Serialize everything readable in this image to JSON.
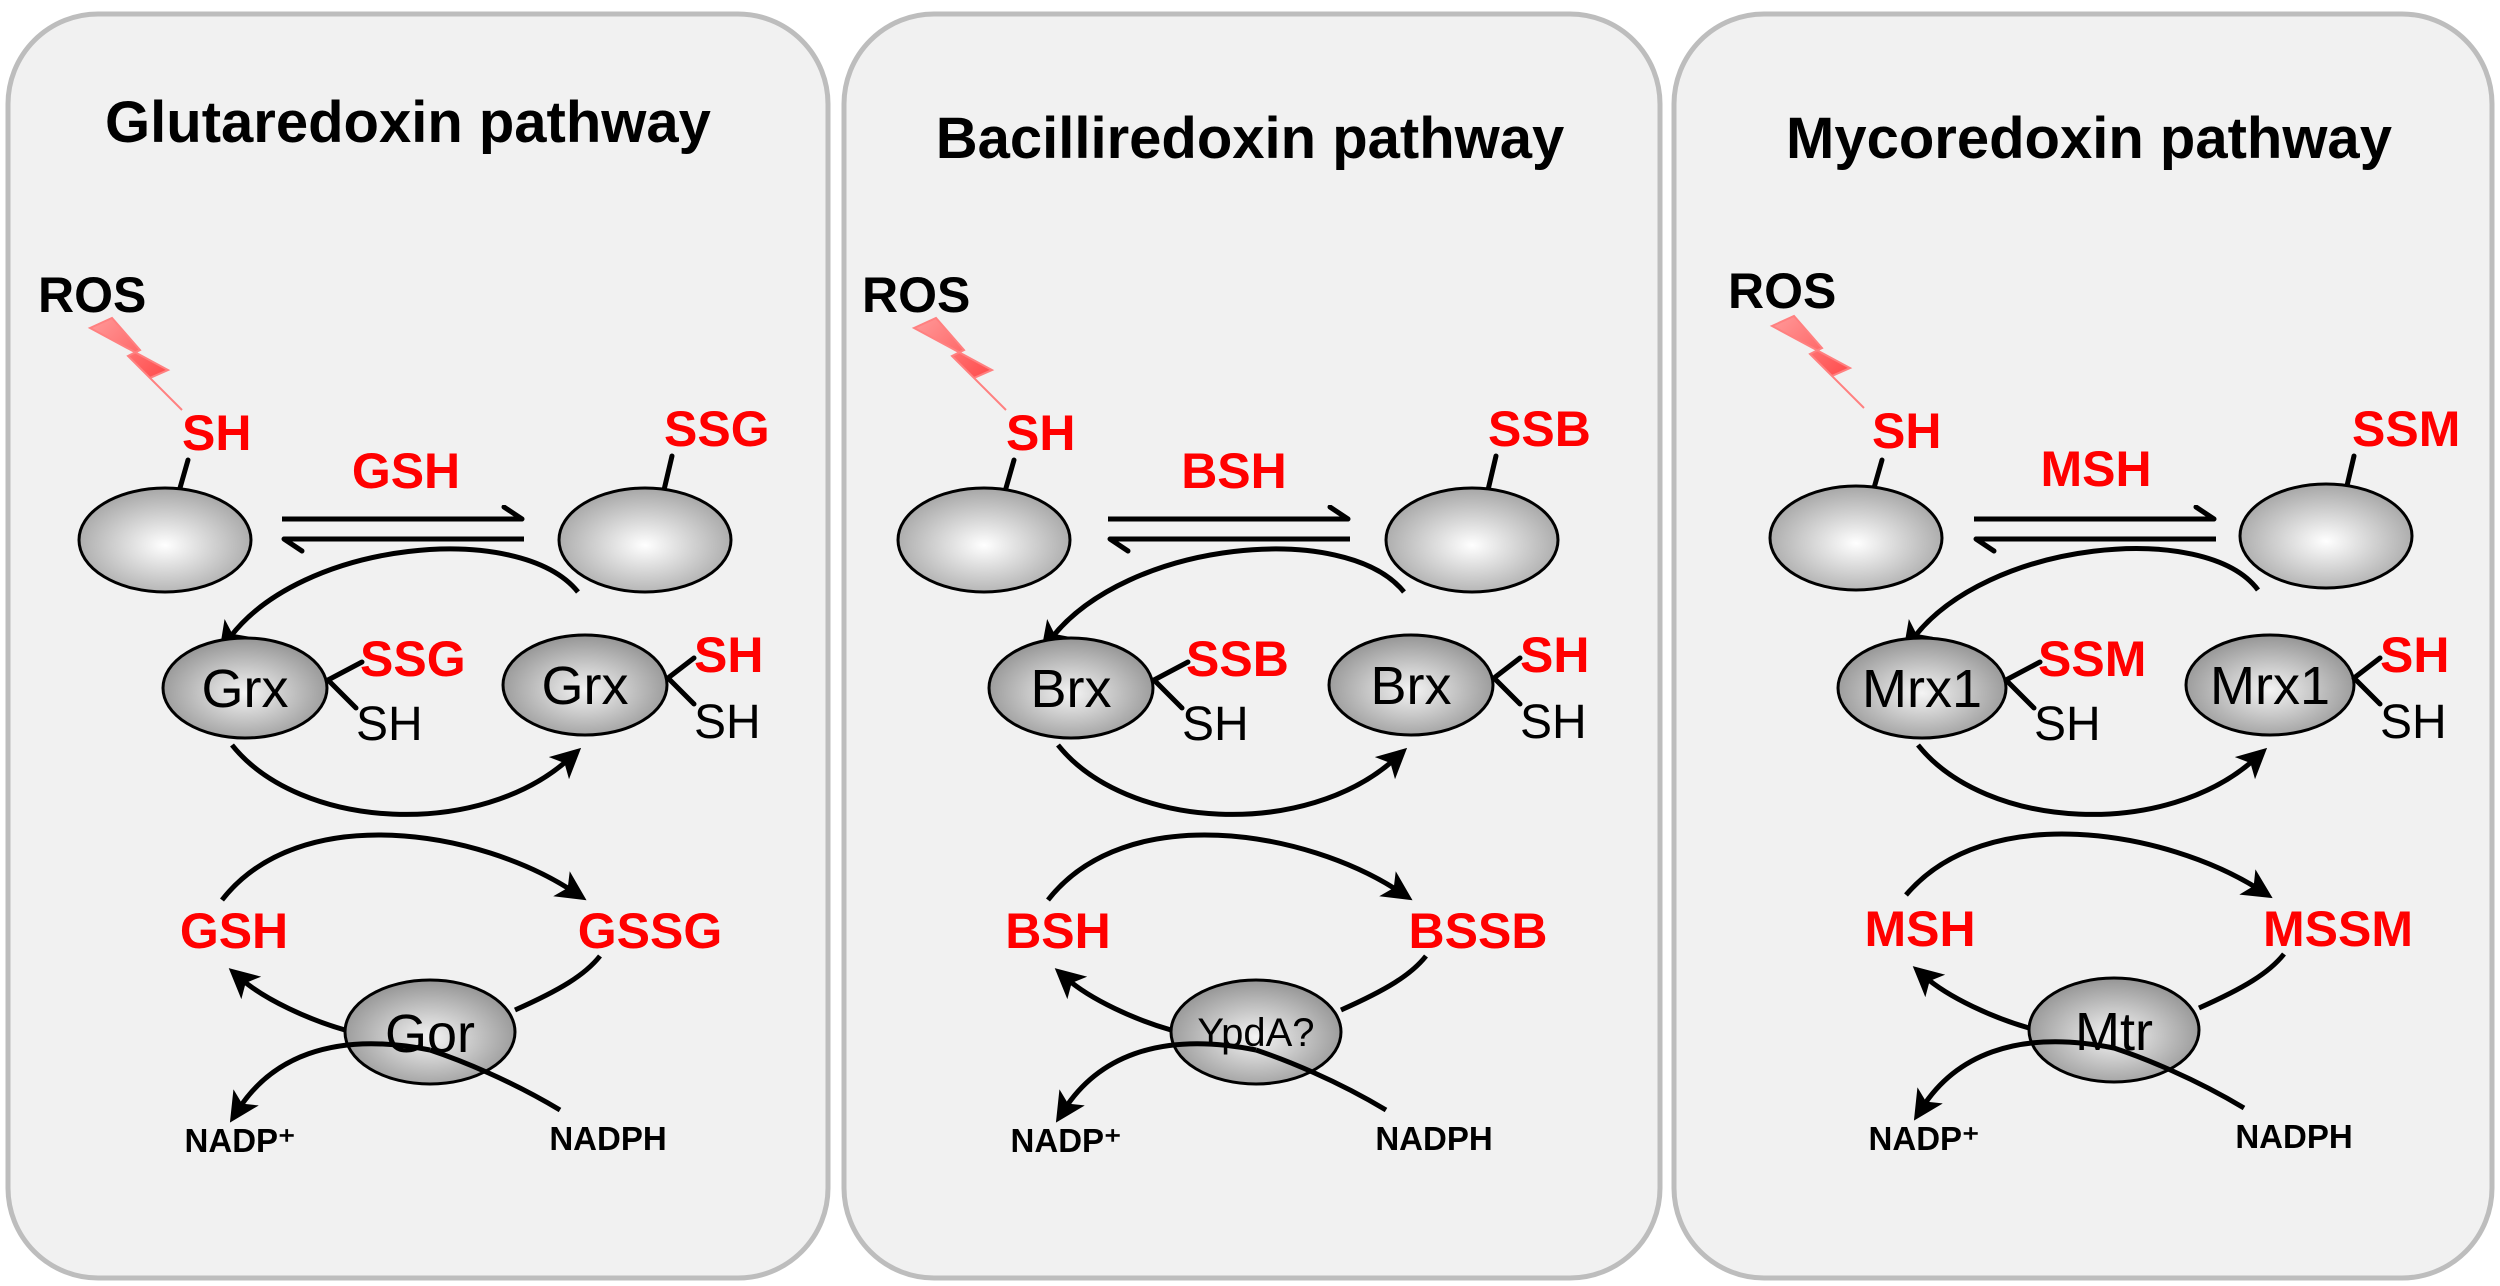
{
  "panels": [
    {
      "title": "Glutaredoxin pathway",
      "ros": "ROS",
      "substrate_sh": "SH",
      "substrate_mixed": "SSG",
      "thiol": "GSH",
      "enzyme": "Grx",
      "enzyme_left_top": "SSG",
      "enzyme_left_bottom": "SH",
      "enzyme_right_top": "SH",
      "enzyme_right_bottom": "SH",
      "reduced": "GSH",
      "disulfide": "GSSG",
      "reductase": "Gor",
      "nadp": "NADP⁺",
      "nadph": "NADPH"
    },
    {
      "title": "Bacilliredoxin pathway",
      "ros": "ROS",
      "substrate_sh": "SH",
      "substrate_mixed": "SSB",
      "thiol": "BSH",
      "enzyme": "Brx",
      "enzyme_left_top": "SSB",
      "enzyme_left_bottom": "SH",
      "enzyme_right_top": "SH",
      "enzyme_right_bottom": "SH",
      "reduced": "BSH",
      "disulfide": "BSSB",
      "reductase": "YpdA?",
      "nadp": "NADP⁺",
      "nadph": "NADPH"
    },
    {
      "title": "Mycoredoxin pathway",
      "ros": "ROS",
      "substrate_sh": "SH",
      "substrate_mixed": "SSM",
      "thiol": "MSH",
      "enzyme": "Mrx1",
      "enzyme_left_top": "SSM",
      "enzyme_left_bottom": "SH",
      "enzyme_right_top": "SH",
      "enzyme_right_bottom": "SH",
      "reduced": "MSH",
      "disulfide": "MSSM",
      "reductase": "Mtr",
      "nadp": "NADP⁺",
      "nadph": "NADPH"
    }
  ],
  "colors": {
    "highlight": "#ff0000",
    "panel_fill": "#f1f1f1",
    "panel_border": "#bdbdbd",
    "ros_bolt": "#ff5050"
  }
}
